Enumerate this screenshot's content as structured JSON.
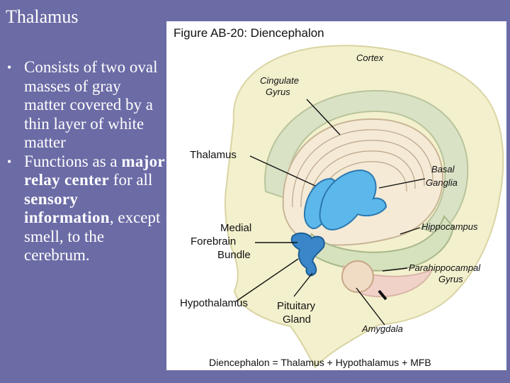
{
  "slide": {
    "title": "Thalamus",
    "bullets": [
      {
        "marker": "•",
        "text": "Consists of two oval masses of gray matter covered by a thin layer of white matter"
      },
      {
        "marker": "•",
        "prefix": "Functions as a ",
        "bold1": "major relay center",
        "middle": " for all ",
        "bold2": "sensory information",
        "suffix": ", except smell, to the cerebrum."
      }
    ]
  },
  "figure": {
    "title": "Figure AB-20: Diencephalon",
    "caption": "Diencephalon = Thalamus + Hypothalamus + MFB",
    "labels": {
      "cortex": "Cortex",
      "cingulate_1": "Cingulate",
      "cingulate_2": "Gyrus",
      "thalamus": "Thalamus",
      "basal_1": "Basal",
      "basal_2": "Ganglia",
      "medial_1": "Medial",
      "medial_2": "Forebrain",
      "medial_3": "Bundle",
      "hippocampus": "Hippocampus",
      "parahippo_1": "Parahippocampal",
      "parahippo_2": "Gyrus",
      "hypothalamus": "Hypothalamus",
      "pituitary_1": "Pituitary",
      "pituitary_2": "Gland",
      "amygdala": "Amygdala"
    },
    "colors": {
      "brain": "#f3f0cd",
      "brain_edge": "#d9d4a3",
      "cingulate": "#d9e2c5",
      "inner": "#f5ead6",
      "thalamus": "#5cb8ea",
      "mfb": "#3a86c8",
      "amygdala": "#f0dcc4",
      "hippocampus": "#d6e1bd",
      "pink": "#f1d2c9"
    }
  }
}
